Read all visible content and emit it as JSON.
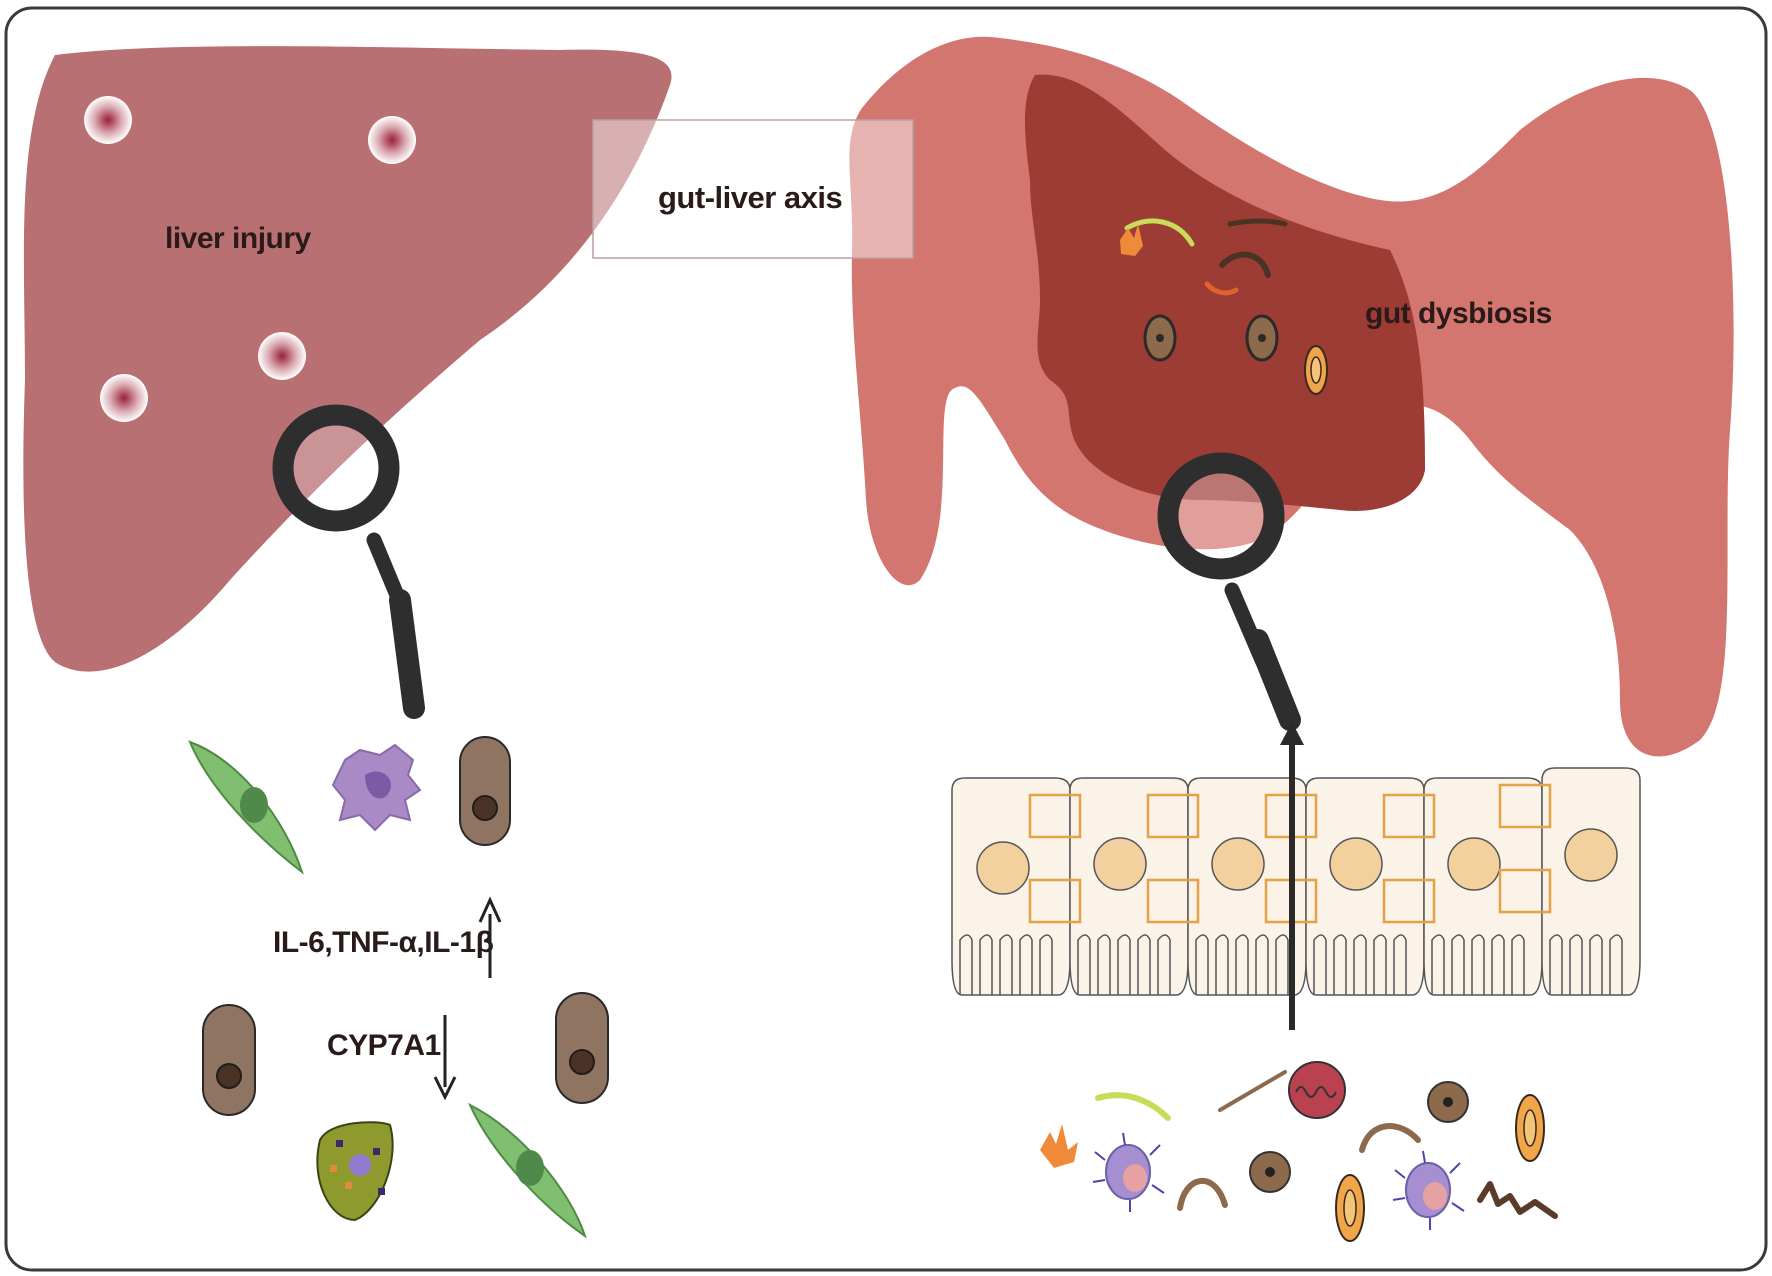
{
  "labels": {
    "liver": "liver injury",
    "axis": "gut-liver axis",
    "gut": "gut dysbiosis",
    "cytokines": "IL-6,TNF-α,IL-1β",
    "cyp": "CYP7A1"
  },
  "colors": {
    "liver": "#b87073",
    "gut_outer": "#d3766f",
    "gut_inner": "#9c3c35",
    "magnifier": "#2e2e2e",
    "epithelium": "#fbf2e8",
    "nucleus": "#f2d19f",
    "junction": "#e4a247",
    "hepatocyte": "#8f7462",
    "stellate": "#7fbf6f",
    "kupffer": "#a98ac7",
    "frame": "#3a3a3a"
  },
  "icons": [
    "magnifier-icon",
    "arrow-up-icon",
    "arrow-down-icon",
    "bacteria-icon"
  ]
}
